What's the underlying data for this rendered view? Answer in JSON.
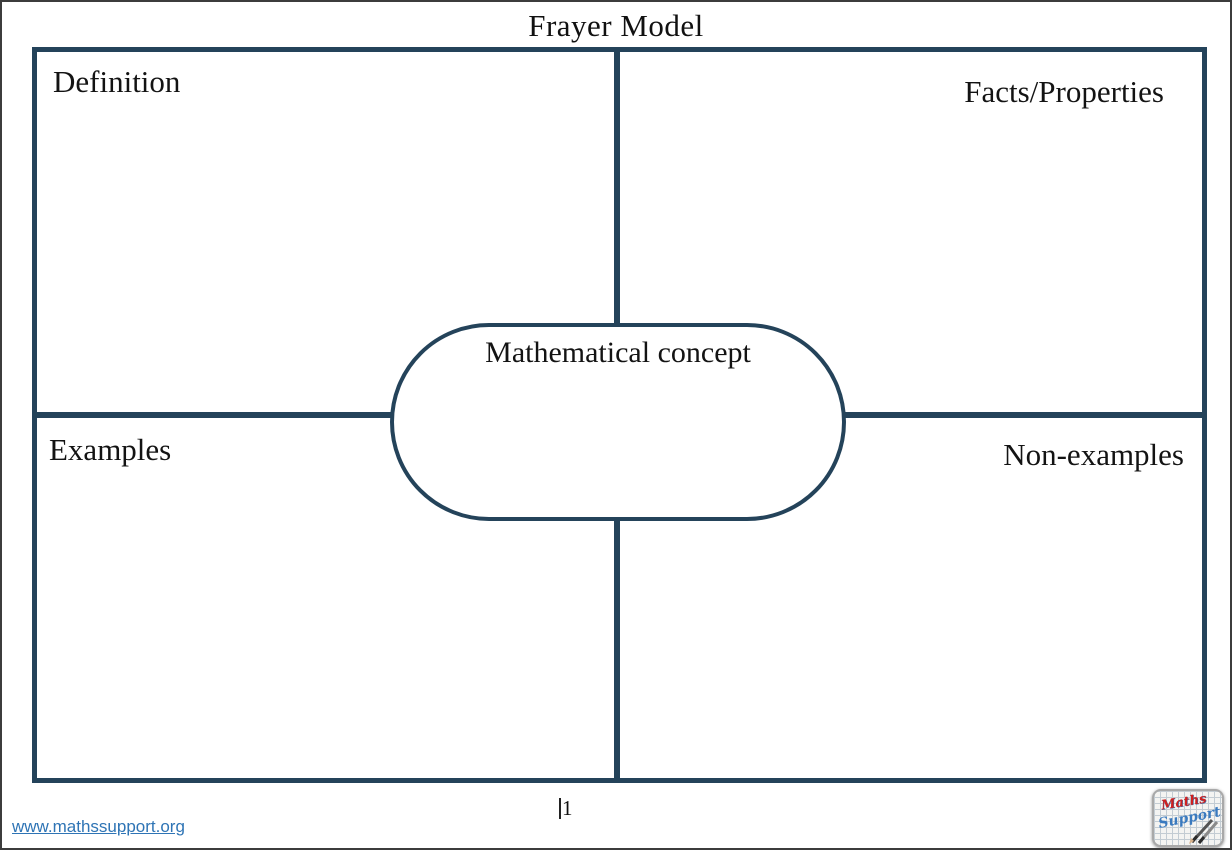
{
  "page": {
    "title": "Frayer Model",
    "page_number": "1",
    "footer_link": "www.mathssupport.org"
  },
  "quadrants": {
    "top_left": "Definition",
    "top_right": "Facts/Properties",
    "bottom_left": "Examples",
    "bottom_right": "Non-examples"
  },
  "center": {
    "label": "Mathematical concept"
  },
  "logo": {
    "line1": "Maths",
    "line2": "Support",
    "icon": "pencil-icon"
  },
  "colors": {
    "frame_navy": "#24435a",
    "link_blue": "#2e74b5",
    "logo_red": "#cf2020",
    "logo_blue": "#3a7abf"
  }
}
